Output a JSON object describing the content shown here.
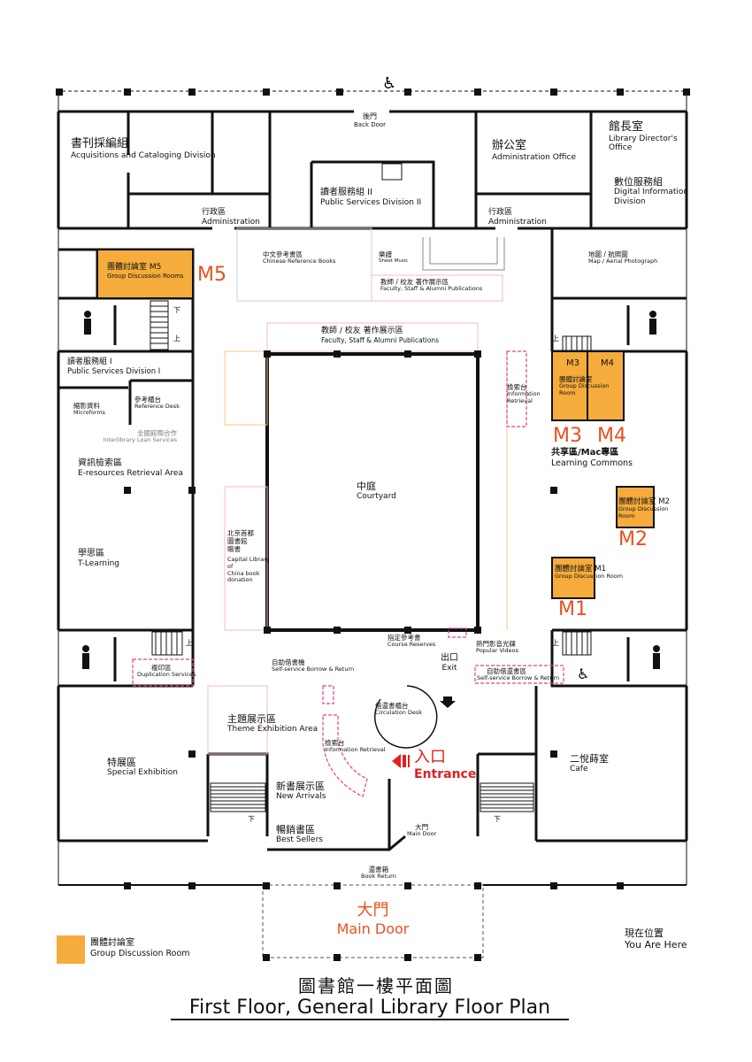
{
  "colors": {
    "group_room": "#f5ac3c",
    "accent_label": "#e8501e",
    "entrance": "#e02020",
    "pink": "#e0448a",
    "wall": "#111111"
  },
  "icons": [
    "wheelchair-icon",
    "restroom-person-icon",
    "elevator-icon",
    "exit-arrow-icon",
    "entrance-arrow-icon"
  ],
  "rooms": {
    "back_door": {
      "zh": "後門",
      "en": "Back Door"
    },
    "acquisitions": {
      "zh": "書刊採編組",
      "en": "Acquisitions and Cataloging Division"
    },
    "public_services_2": {
      "zh": "讀者服務組 II",
      "en": "Public Services Division II"
    },
    "admin_office": {
      "zh": "辦公室",
      "en": "Administration Office"
    },
    "director": {
      "zh": "館長室",
      "en1": "Library Director's",
      "en2": "Office"
    },
    "digital": {
      "zh": "數位服務組",
      "en1": "Digital Information",
      "en2": "Division"
    },
    "admin_left": {
      "zh": "行政區",
      "en": "Administration"
    },
    "admin_right": {
      "zh": "行政區",
      "en": "Administration"
    },
    "m5": {
      "zh": "團體討論室  M5",
      "en": "Group Discussion Rooms",
      "tag": "M5"
    },
    "chinese_ref": {
      "zh": "中文參考書區",
      "en": "Chinese Reference Books"
    },
    "sheet_music": {
      "zh": "樂譜",
      "en": "Sheet Music"
    },
    "faculty_top": {
      "zh": "教師 / 校友 著作展示區",
      "en": "Faculty, Staff & Alumni Publications"
    },
    "map": {
      "zh": "地圖 / 航照圖",
      "en": "Map / Aerial Photograph"
    },
    "faculty_mid": {
      "zh": "教師 / 校友 著作展示區",
      "en": "Faculty, Staff & Alumni Publications"
    },
    "public_services_1": {
      "zh": "讀者服務組 I",
      "en": "Public Services Division I"
    },
    "microforms": {
      "zh": "縮影資料",
      "en": "Microforms"
    },
    "reference_desk": {
      "zh": "參考櫃台",
      "en": "Reference Desk"
    },
    "ill": {
      "zh": "全國館際合作",
      "en": "Interlibrary Loan Services"
    },
    "eresources": {
      "zh": "資訊檢索區",
      "en": "E-resources Retrieval Area"
    },
    "tlearning": {
      "zh": "學思區",
      "en": "T-Learning"
    },
    "capital": {
      "zh1": "北京首都",
      "zh2": "圖書館",
      "zh3": "贈書",
      "en1": "Capital Library",
      "en2": "of",
      "en3": "China book",
      "en4": "donation"
    },
    "courtyard": {
      "zh": "中庭",
      "en": "Courtyard"
    },
    "info_retrieval_right": {
      "zh": "檢索台",
      "en1": "Information",
      "en2": "Retrieval"
    },
    "m3m4": {
      "m3": "M3",
      "m4": "M4",
      "zh": "團體討論室",
      "en1": "Group Discussion",
      "en2": "Room",
      "tag3": "M3",
      "tag4": "M4"
    },
    "learning_commons": {
      "zh": "共享區/Mac專區",
      "en": "Learning Commons"
    },
    "m2": {
      "zh": "團體討論室 M2",
      "en1": "Group Discussion",
      "en2": "Room",
      "tag": "M2"
    },
    "m1": {
      "zh": "團體討論室 M1",
      "en": "Group Discussion Room",
      "tag": "M1"
    },
    "course_reserves": {
      "zh": "指定參考書",
      "en": "Course Reserves"
    },
    "popular_videos": {
      "zh": "熱門影音光碟",
      "en": "Popular Videos"
    },
    "exit": {
      "zh": "出口",
      "en": "Exit"
    },
    "self_service_left": {
      "zh": "自助借書機",
      "en": "Self-service Borrow & Return"
    },
    "self_service_right": {
      "zh": "自助借還書區",
      "en": "Self-service Borrow & Return"
    },
    "duplication": {
      "zh": "複印區",
      "en": "Duplication Services"
    },
    "theme": {
      "zh": "主題展示區",
      "en": "Theme Exhibition Area"
    },
    "circulation": {
      "zh": "借還書櫃台",
      "en": "Circulation Desk"
    },
    "info_retrieval_bottom": {
      "zh": "檢索台",
      "en": "Information Retrieval"
    },
    "entrance": {
      "zh": "入口",
      "en": "Entrance"
    },
    "special": {
      "zh": "特展區",
      "en": "Special Exhibition"
    },
    "new_arrivals": {
      "zh": "新書展示區",
      "en": "New Arrivals"
    },
    "best_sellers": {
      "zh": "暢銷書區",
      "en": "Best Sellers"
    },
    "cafe": {
      "zh": "二悅蒔室",
      "en": "Cafe"
    },
    "main_door_small": {
      "zh": "大門",
      "en": "Main Door"
    },
    "book_return": {
      "zh": "還書箱",
      "en": "Book Return"
    },
    "main_door_big": {
      "zh": "大門",
      "en": "Main Door"
    }
  },
  "stairs": {
    "up": "上",
    "down": "下"
  },
  "legend": {
    "zh": "團體討論室",
    "en": "Group Discussion Room"
  },
  "you_are_here": {
    "zh": "現在位置",
    "en": "You Are Here"
  },
  "title": {
    "zh": "圖書館一樓平面圖",
    "en": "First Floor, General Library Floor Plan"
  }
}
